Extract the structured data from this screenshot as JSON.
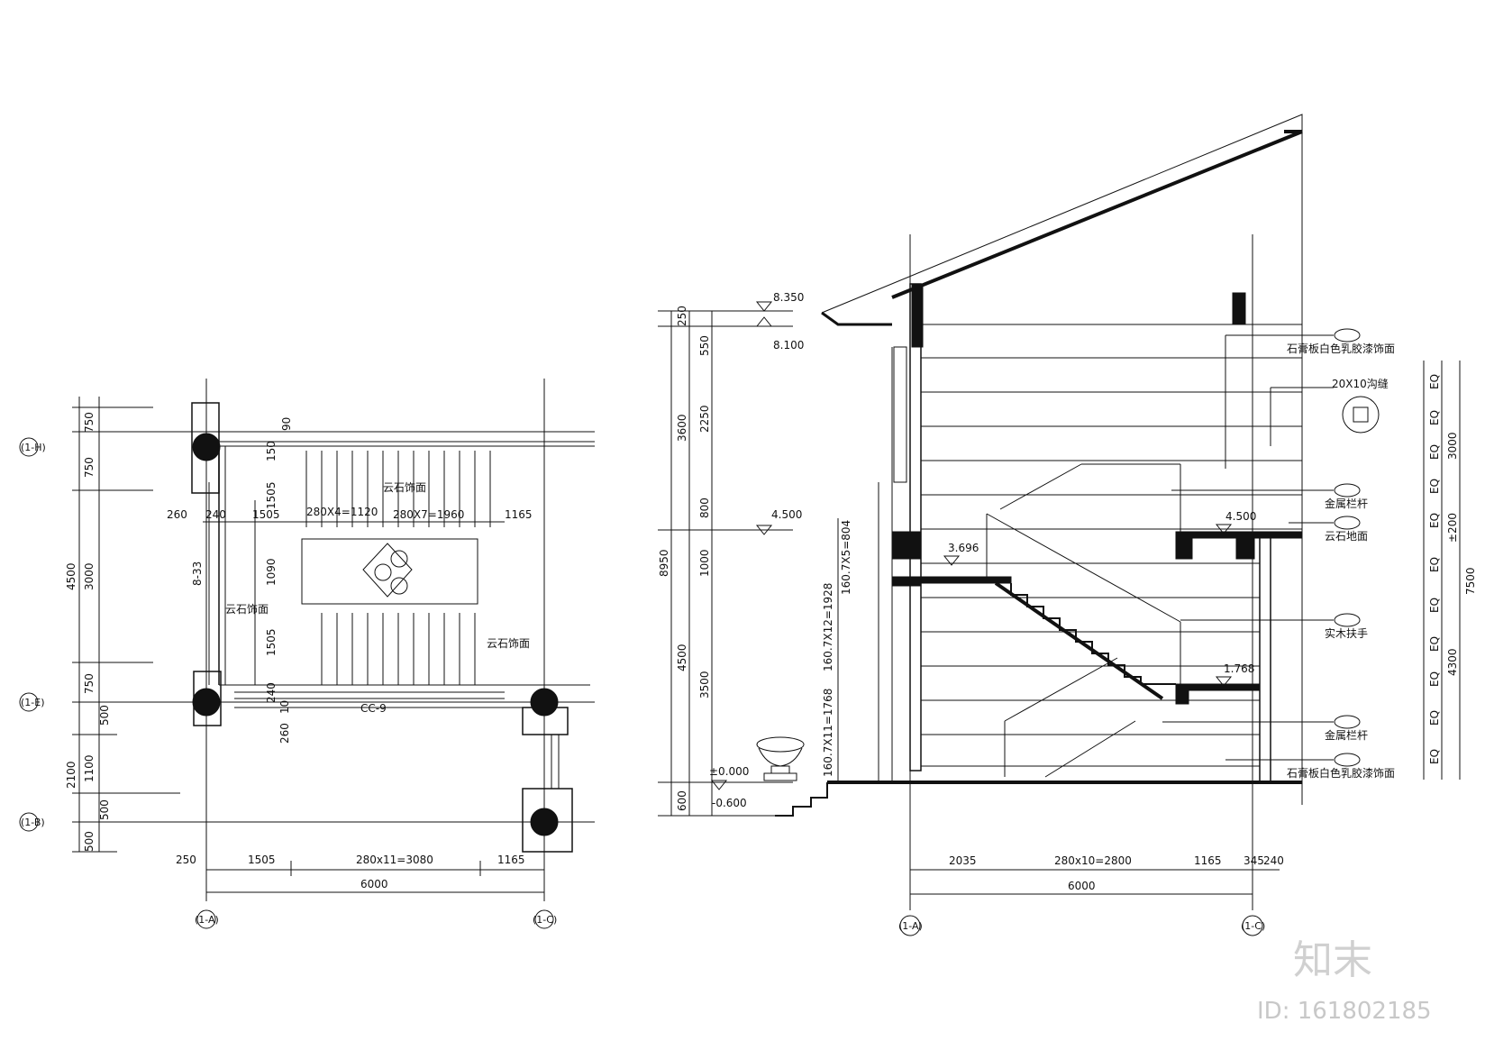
{
  "plan": {
    "axis_labels": {
      "top": "(1-H)",
      "mid": "(1-E)",
      "bot": "(1-B)",
      "left": "(1-A)",
      "right": "(1-C)"
    },
    "left_dims": [
      "750",
      "750",
      "4500",
      "3000",
      "750",
      "500",
      "2100",
      "1100",
      "500",
      "500"
    ],
    "top_dims": [
      "260",
      "240",
      "1505",
      "280X4=1120",
      "280X7=1960",
      "1165",
      "90",
      "150",
      "1505",
      "1090",
      "1505",
      "240",
      "260",
      "10"
    ],
    "bottom_dims": [
      "250",
      "1505",
      "280x11=3080",
      "1165",
      "6000"
    ],
    "labels": {
      "stone1": "云石饰面",
      "stone2": "云石饰面",
      "stone3": "云石饰面",
      "window": "CC-9",
      "section_mark": "8-33"
    }
  },
  "section": {
    "elevations": [
      "8.350",
      "8.100",
      "4.500",
      "3.696",
      "±0.000",
      "-0.600",
      "4.500",
      "1.768"
    ],
    "left_dims": [
      "250",
      "550",
      "3600",
      "2250",
      "800",
      "8950",
      "1000",
      "4500",
      "3500",
      "600"
    ],
    "inner_dims": [
      "160.7X5=804",
      "160.7X12=1928",
      "160.7X11=1768"
    ],
    "right_dims": [
      "EQ",
      "EQ",
      "EQ",
      "EQ",
      "EQ",
      "EQ",
      "EQ",
      "EQ",
      "EQ",
      "EQ",
      "EQ",
      "3000",
      "±200",
      "4300",
      "7500"
    ],
    "bottom_dims": [
      "2035",
      "280x10=2800",
      "1165",
      "345",
      "240",
      "6000"
    ],
    "callouts": [
      "石膏板白色乳胶漆饰面",
      "20X10沟缝",
      "金属栏杆",
      "云石地面",
      "实木扶手",
      "金属栏杆",
      "石膏板白色乳胶漆饰面"
    ],
    "axis_labels": {
      "left": "(1-A)",
      "right": "(1-C)"
    }
  },
  "watermark": {
    "logo": "知末",
    "id": "ID: 161802185"
  }
}
